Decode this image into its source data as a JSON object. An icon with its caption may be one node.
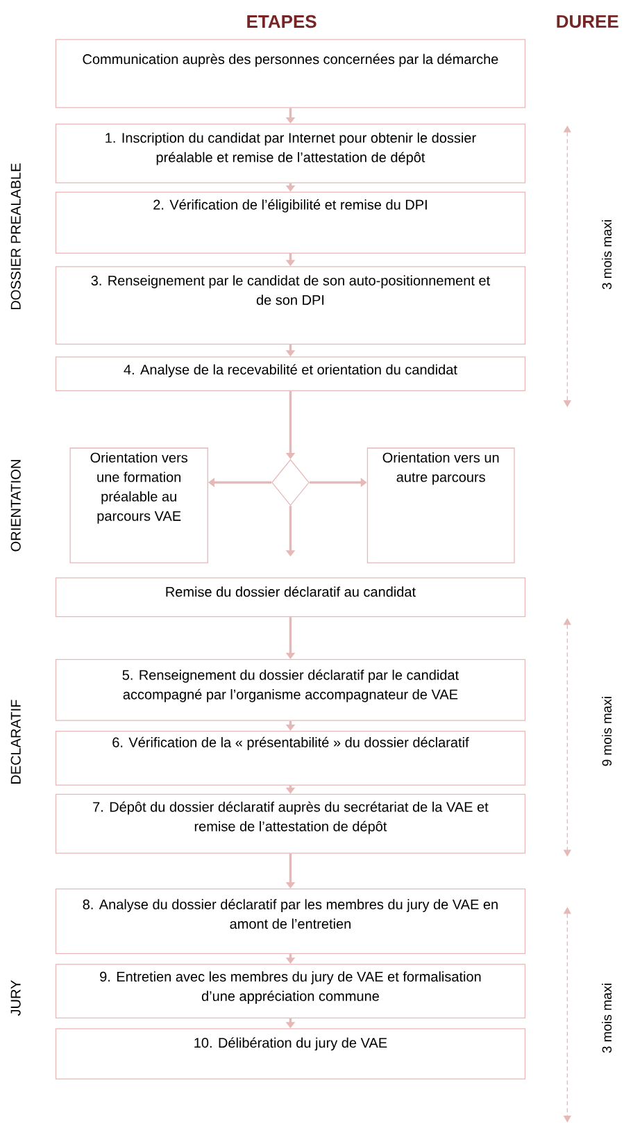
{
  "diagram": {
    "nodes": [
      {
        "text": [
          "Communication auprès des personnes concernées par la démarche"
        ]
      },
      {
        "text": [
          "1. Inscription du candidat par Internet pour obtenir le dossier préalable et remise de l’attestation de dépôt"
        ]
      },
      {
        "text": [
          "2. Vérification de l’éligibilité et remise du DPI"
        ]
      },
      {
        "text": [
          "3. Renseignement par le candidat de son auto-positionnement et de son DPI"
        ]
      },
      {
        "text": [
          "4. Analyse de la recevabilité et orientation du candidat"
        ]
      },
      {
        "text": [
          "Orientation vers une formation préalable au parcours VAE"
        ]
      },
      {
        "text": [],
        "shape": "diamond"
      },
      {
        "text": [
          "Orientation vers un autre parcours"
        ]
      },
      {
        "text": [
          "Remise du dossier déclaratif au candidat"
        ]
      },
      {
        "text": [
          "5. Renseignement du dossier déclaratif par le candidat accompagné par l’organisme accompagnateur de VAE"
        ]
      },
      {
        "text": [
          "6. Vérification de la « présentabilité » du dossier déclaratif"
        ]
      },
      {
        "text": [
          "7. Dépôt du dossier déclaratif auprès du secrétariat de la VAE et remise de l’attestation de dépôt"
        ]
      },
      {
        "text": [
          "8. Analyse du dossier déclaratif par les membres du jury de VAE en amont de l’entretien"
        ]
      },
      {
        "text": [
          "9. Entretien avec les membres du jury de VAE et formalisation d’une appréciation commune"
        ]
      },
      {
        "text": [
          "10. Délibération du jury de VAE"
        ]
      }
    ],
    "edges": [
      {
        "from": 0,
        "to": 1,
        "arrow": "to"
      },
      {
        "from": 1,
        "to": 2,
        "arrow": "to"
      },
      {
        "from": 2,
        "to": 3,
        "arrow": "to"
      },
      {
        "from": 3,
        "to": 4,
        "arrow": "to"
      },
      {
        "from": 4,
        "to": 6,
        "arrow": "to"
      },
      {
        "from": 6,
        "to": 5,
        "arrow": "to"
      },
      {
        "from": 6,
        "to": 7,
        "arrow": "to"
      },
      {
        "from": 6,
        "to": 8,
        "arrow": "to"
      },
      {
        "from": 8,
        "to": 9,
        "arrow": "to"
      },
      {
        "from": 9,
        "to": 10,
        "arrow": "to"
      },
      {
        "from": 10,
        "to": 11,
        "arrow": "to"
      },
      {
        "from": 11,
        "to": 12,
        "arrow": "to"
      },
      {
        "from": 12,
        "to": 13,
        "arrow": "to"
      },
      {
        "from": 13,
        "to": 14,
        "arrow": "to"
      }
    ],
    "labels": [
      "ETAPES",
      "DUREE",
      "DOSSIER PREALABLE",
      "3 mois maxi",
      "ORIENTATION",
      "DECLARATIF",
      "9 mois maxi",
      "JURY",
      "3 mois maxi"
    ]
  }
}
